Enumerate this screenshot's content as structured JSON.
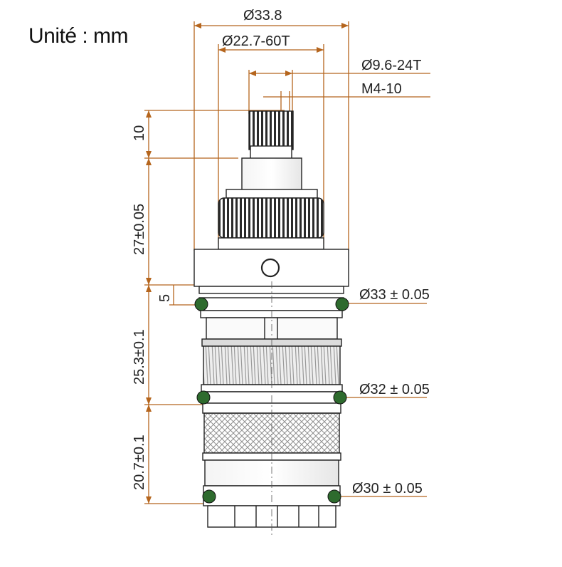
{
  "unit_label": "Unité : mm",
  "dimensions": {
    "top_outer": "Ø33.8",
    "top_mid": "Ø22.7-60T",
    "spline": "Ø9.6-24T",
    "thread": "M4-10",
    "oring_top": "Ø33  ± 0.05",
    "oring_mid": "Ø32  ± 0.05",
    "oring_bottom": "Ø30  ± 0.05",
    "h_stem": "10",
    "h_body": "27±0.05",
    "h_gap": "5",
    "h_section1": "25.3±0.1",
    "h_section2": "20.7±0.1"
  },
  "colors": {
    "dimension_line": "#b5651d",
    "outline": "#222222",
    "oring": "#2e6b2e",
    "mesh": "#9a9a9a"
  }
}
